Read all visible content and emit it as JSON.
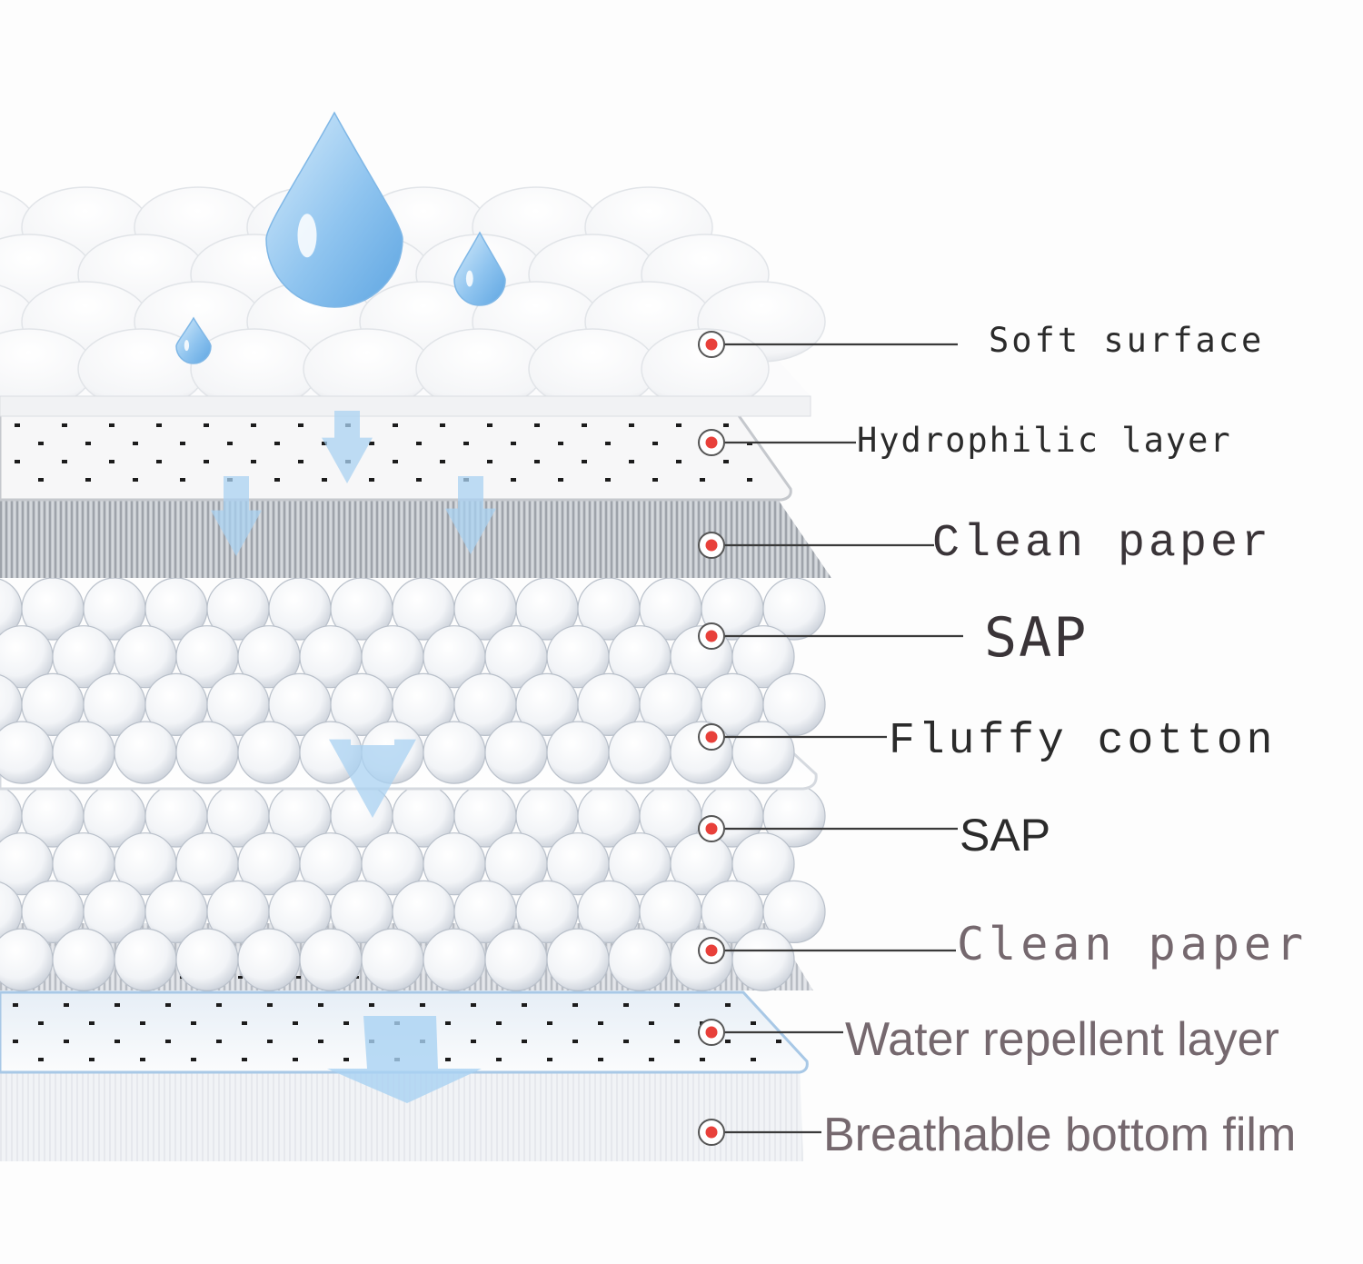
{
  "diagram": {
    "layers": [
      {
        "id": "soft-surface",
        "label": "Soft surface"
      },
      {
        "id": "hydrophilic",
        "label": "Hydrophilic layer"
      },
      {
        "id": "clean-paper-1",
        "label": "Clean paper"
      },
      {
        "id": "sap-1",
        "label": "SAP"
      },
      {
        "id": "fluffy-cotton",
        "label": "Fluffy cotton"
      },
      {
        "id": "sap-2",
        "label": "SAP"
      },
      {
        "id": "clean-paper-2",
        "label": "Clean paper"
      },
      {
        "id": "water-repel",
        "label": "Water repellent layer"
      },
      {
        "id": "bottom-film",
        "label": "Breathable bottom film"
      }
    ]
  },
  "colors": {
    "marker_red": "#e8403a",
    "leader_line": "#3a3a3a",
    "droplet": "#9fcdf2",
    "flow_arrow": "#a9d2f2",
    "label_dark": "#2b2b2b",
    "label_muted": "#75686e"
  }
}
